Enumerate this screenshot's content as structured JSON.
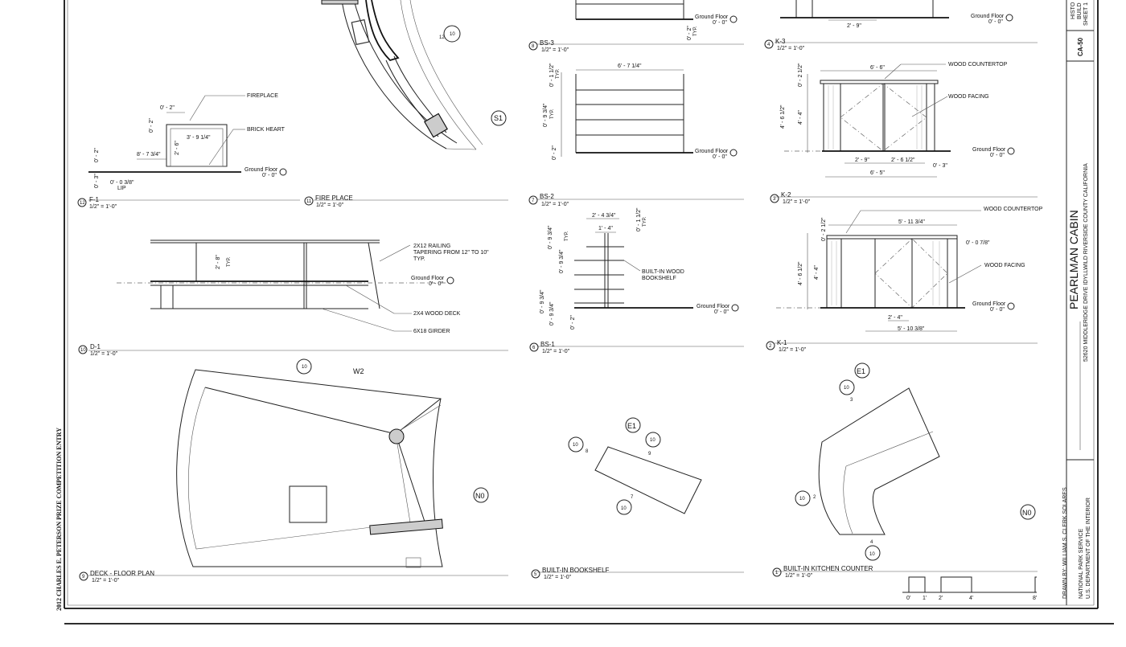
{
  "competition": "2012 CHARLES E. PETERSON PRIZE COMPETITION ENTRY",
  "title_block": {
    "top_label_1": "HISTO",
    "top_label_2": "BUILD",
    "top_label_3": "SHEET 1",
    "sheet_no": "CA-50",
    "project": "PEARLMAN CABIN",
    "address": "52620 MIDDLERIDGE DRIVE   IDYLLWILD   RIVERSIDE COUNTY   CALIFORNIA",
    "drawn_by": "DRAWN BY:   WILLIAM S. CLERK SOLARES",
    "agency_1": "NATIONAL PARK SERVICE",
    "agency_2": "U.S. DEPARTMENT OF THE INTERIOR"
  },
  "scale_bar": {
    "labels": [
      "0'",
      "1'",
      "2'",
      "4'",
      "8'"
    ]
  },
  "ground_floor": {
    "label": "Ground Floor",
    "elevation": "0' - 0\""
  },
  "details": [
    {
      "num": "12",
      "name": "F-1",
      "scale": "1/2\" = 1'-0\""
    },
    {
      "num": "11",
      "name": "FIRE PLACE",
      "scale": "1/2\" = 1'-0\""
    },
    {
      "num": "10",
      "name": "D-1",
      "scale": "1/2\" = 1'-0\""
    },
    {
      "num": "9",
      "name": "DECK - FLOOR PLAN",
      "scale": "1/2\" = 1'-0\""
    },
    {
      "num": "8",
      "name": "BS-3",
      "scale": "1/2\" = 1'-0\""
    },
    {
      "num": "7",
      "name": "BS-2",
      "scale": "1/2\" = 1'-0\""
    },
    {
      "num": "6",
      "name": "BS-1",
      "scale": "1/2\" = 1'-0\""
    },
    {
      "num": "5",
      "name": "BUILT-IN BOOKSHELF",
      "scale": "1/2\" = 1'-0\""
    },
    {
      "num": "4",
      "name": "K-3",
      "scale": "1/2\" = 1'-0\""
    },
    {
      "num": "3",
      "name": "K-2",
      "scale": "1/2\" = 1'-0\""
    },
    {
      "num": "2",
      "name": "K-1",
      "scale": "1/2\" = 1'-0\""
    },
    {
      "num": "1",
      "name": "BUILT-IN KITCHEN COUNTER",
      "scale": "1/2\" = 1'-0\""
    }
  ],
  "annotations": {
    "fireplace": "FIREPLACE",
    "brick_heart": "BRICK HEART",
    "lip": "LIP",
    "railing_1": "2X12 RAILING",
    "railing_2": "TAPERING FROM 12\" TO 10\"",
    "railing_3": "TYP.",
    "deck": "2X4 WOOD DECK",
    "girder": "6X18 GIRDER",
    "wood_countertop": "WOOD COUNTERTOP",
    "wood_facing": "WOOD FACING",
    "bookshelf_1": "BUILT-IN WOOD",
    "bookshelf_2": "BOOKSHELF",
    "typ": "TYP."
  },
  "dimensions": {
    "f1_a": "0' - 2\"",
    "f1_b": "3' - 9 1/4\"",
    "f1_c": "2' - 6\"",
    "f1_d": "8' - 7 3/4\"",
    "f1_e": "0' - 2\"",
    "f1_f": "0' - 3\"",
    "f1_g": "0' - 0 3/8\"",
    "f1_h": "0' - 2\"",
    "d1_a": "2' - 8\"",
    "bs3_a": "0' - 2\"",
    "bs2_a": "6' - 7 1/4\"",
    "bs2_b": "0' - 1 1/2\"",
    "bs2_c": "0' - 9 3/4\"",
    "bs2_d": "0' - 2\"",
    "bs1_a": "2' - 4 3/4\"",
    "bs1_b": "1' - 4\"",
    "bs1_c": "0' - 1 1/2\"",
    "bs1_d": "0' - 9 3/4\"",
    "bs1_e": "0' - 9 3/4\"",
    "bs1_f": "0' - 9 3/4\"",
    "bs1_g": "0' - 9 3/4\"",
    "bs1_h": "0' - 2\"",
    "k3_a": "2' - 9\"",
    "k2_a": "6' - 6\"",
    "k2_b": "0' - 2 1/2\"",
    "k2_c": "4' - 6 1/2\"",
    "k2_d": "4' - 4\"",
    "k2_e": "2' - 9\"",
    "k2_f": "2' - 6 1/2\"",
    "k2_g": "0' - 3\"",
    "k2_h": "6' - 5\"",
    "k1_a": "5' - 11 3/4\"",
    "k1_b": "0' - 2 1/2\"",
    "k1_c": "0' - 0 7/8\"",
    "k1_d": "4' - 6 1/2\"",
    "k1_e": "4' - 4\"",
    "k1_f": "2' - 4\"",
    "k1_g": "5' - 10 3/8\""
  },
  "callouts": {
    "s1": "S1",
    "w2": "W2",
    "n0_a": "N0",
    "n0_b": "N0",
    "e1_a": "E1",
    "e1_b": "E1",
    "ref10": "10",
    "r8": "8",
    "r9": "9",
    "r7": "7",
    "r3": "3",
    "r2": "2",
    "r4": "4",
    "r12": "12"
  }
}
